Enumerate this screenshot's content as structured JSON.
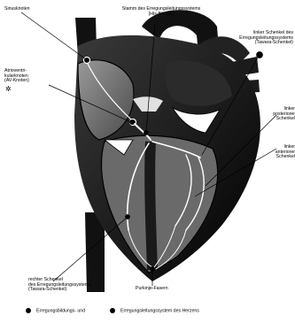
{
  "labels": {
    "sinusknoten": "Sinusknoten",
    "his_line1": "Stamm des Erregungsleitungssystems",
    "his_line2": "(His-Bündel)",
    "av_line1": "Atrioventri-",
    "av_line2": "kularknoten",
    "av_line3": "(AV-Knoten)",
    "left_bundle_line1": "linker Schenkel des",
    "left_bundle_line2": "Erregungsleitungssystems",
    "left_bundle_line3": "(Tawara-Schenkel)",
    "posterior_line1": "linker",
    "posterior_line2": "posteriorer",
    "posterior_line3": "Schenkel",
    "anterior_line1": "linker",
    "anterior_line2": "anteriorer",
    "anterior_line3": "Schenkel",
    "right_bundle_line1": "rechter Schenkel",
    "right_bundle_line2": "des Erregungsleitungssystems",
    "right_bundle_line3": "(Tawara-Schenkel)",
    "purkinje": "Purkinje-Fasern",
    "star": "✲"
  },
  "legend": {
    "item1": "Erregungsbildungs- und",
    "item2": "Erregungsleitungssystem des Herzens"
  },
  "colors": {
    "ink": "#000000",
    "paper": "#ffffff",
    "tissue": "#7a7a7a"
  }
}
